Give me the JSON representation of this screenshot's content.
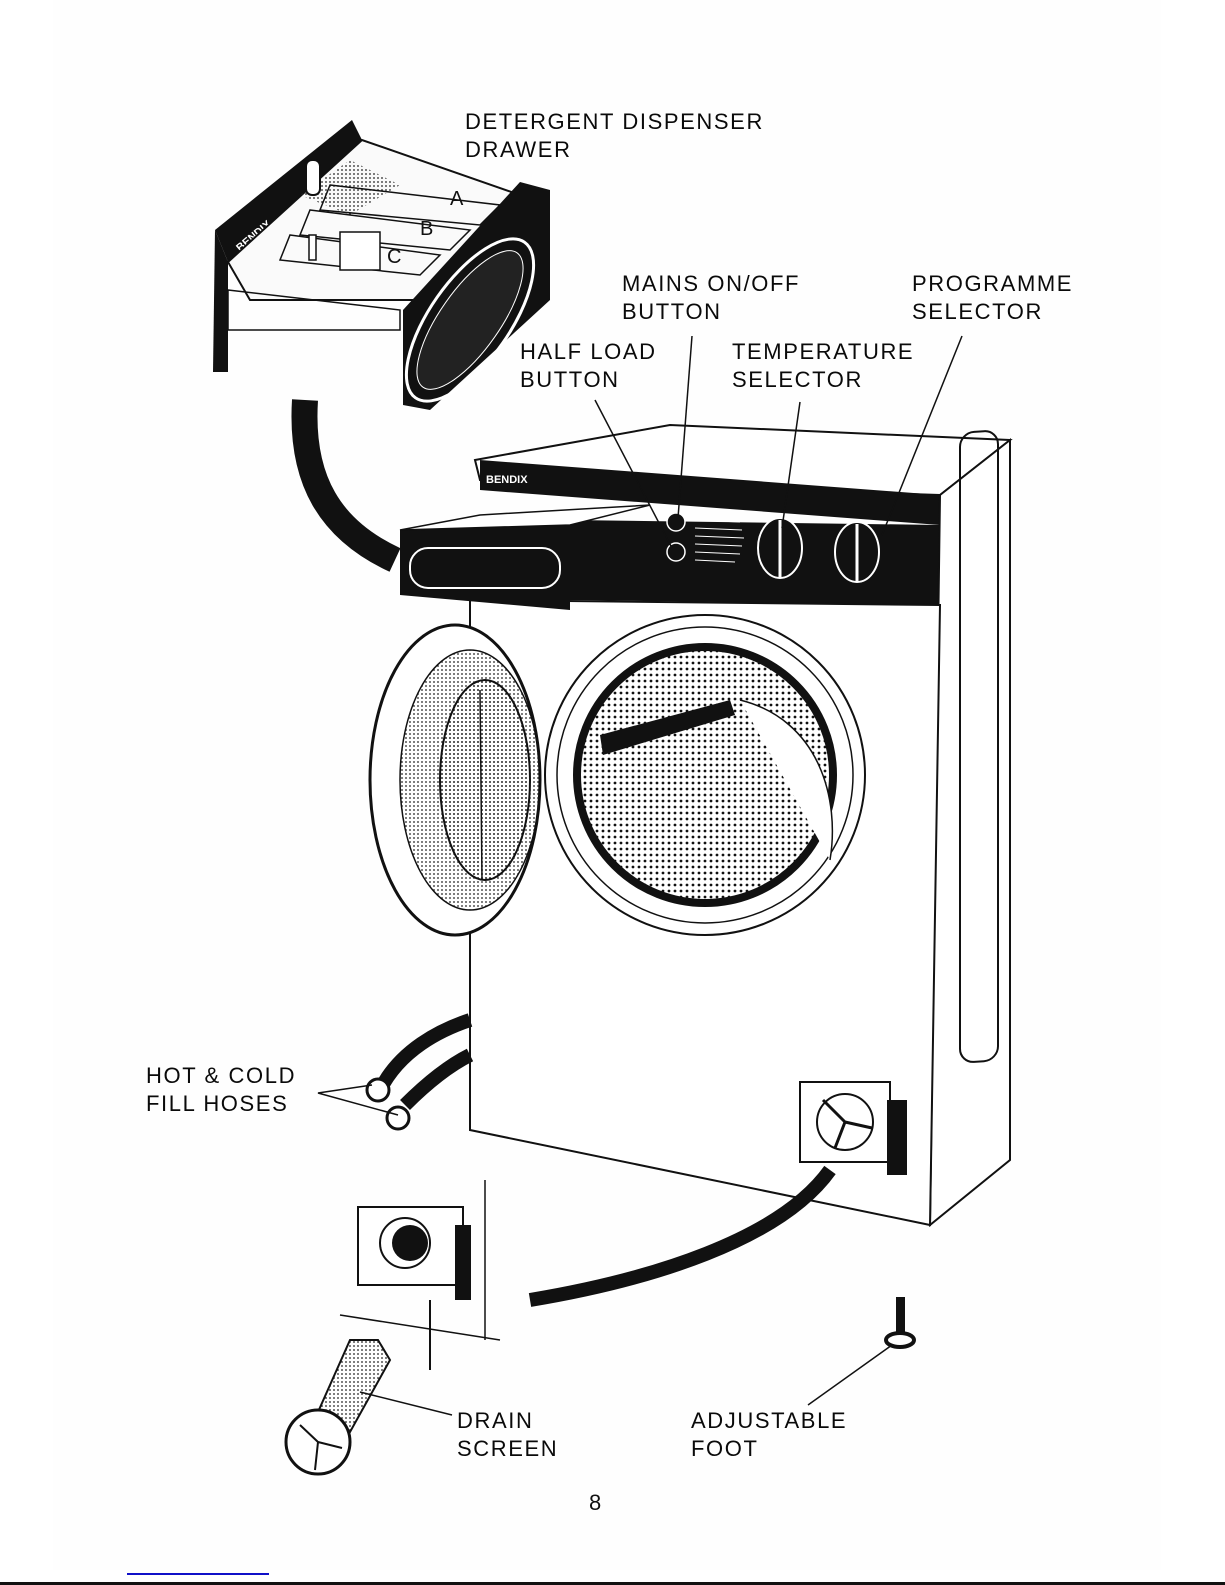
{
  "document": {
    "brand": "BENDIX",
    "page_number": "8",
    "drawer_compartments": [
      "A",
      "B",
      "C"
    ],
    "labels": {
      "detergent_drawer": [
        "DETERGENT DISPENSER",
        "DRAWER"
      ],
      "mains_button": [
        "MAINS ON/OFF",
        "BUTTON"
      ],
      "programme_selector": [
        "PROGRAMME",
        "SELECTOR"
      ],
      "half_load_button": [
        "HALF LOAD",
        "BUTTON"
      ],
      "temperature_selector": [
        "TEMPERATURE",
        "SELECTOR"
      ],
      "fill_hoses": [
        "HOT & COLD",
        "FILL HOSES"
      ],
      "drain_screen": [
        "DRAIN",
        "SCREEN"
      ],
      "adjustable_foot": [
        "ADJUSTABLE",
        "FOOT"
      ]
    }
  },
  "colors": {
    "ink": "#0a0a0a",
    "paper": "#ffffff",
    "link": "#1010c8"
  }
}
